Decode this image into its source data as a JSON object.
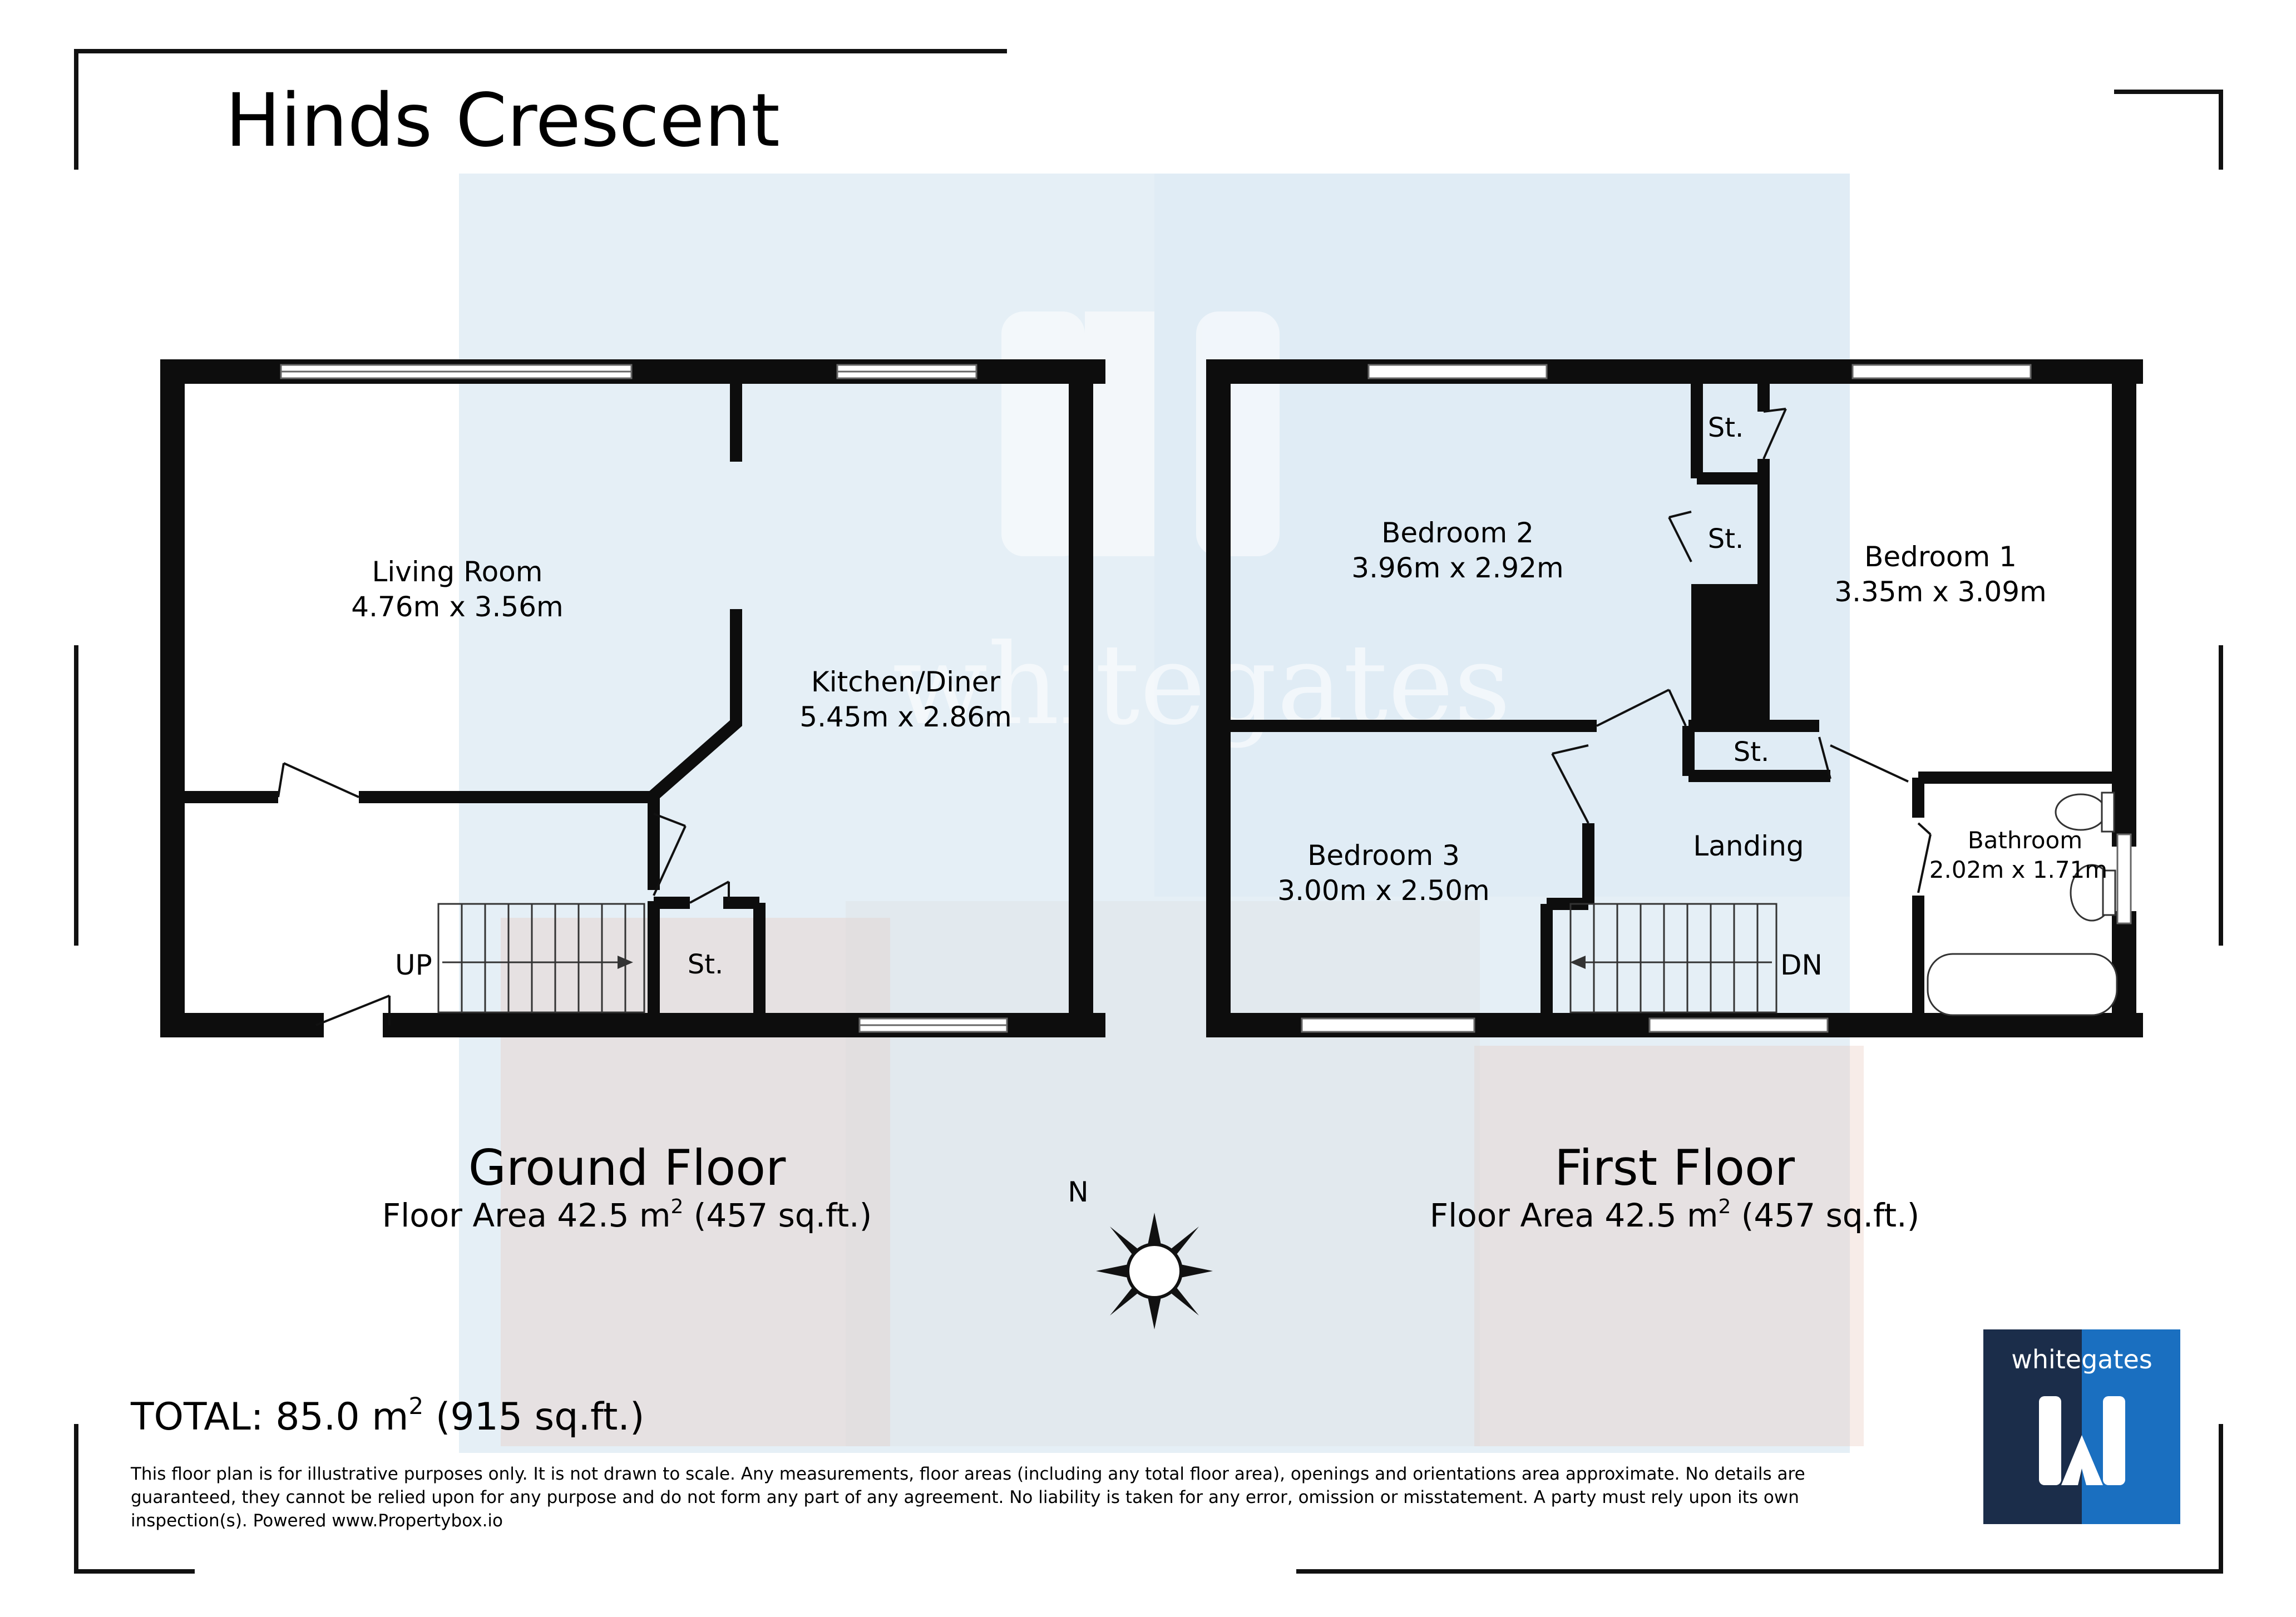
{
  "title": "Hinds Crescent",
  "colors": {
    "wall": "#0d0d0d",
    "watermark_tint": "#c9dcea",
    "logo_dark": "#1b2d4a",
    "logo_blue": "#1a6fc0"
  },
  "watermark": {
    "brand": "whitegates"
  },
  "ground_floor": {
    "title": "Ground Floor",
    "area_prefix": "Floor Area 42.5 m",
    "area_sup": "2",
    "area_suffix": " (457 sq.ft.)",
    "rooms": {
      "living_name": "Living Room",
      "living_dims": "4.76m x 3.56m",
      "kitchen_name": "Kitchen/Diner",
      "kitchen_dims": "5.45m x 2.86m",
      "store": "St.",
      "stairs": "UP"
    }
  },
  "first_floor": {
    "title": "First Floor",
    "area_prefix": "Floor Area 42.5 m",
    "area_sup": "2",
    "area_suffix": " (457 sq.ft.)",
    "rooms": {
      "bed2_name": "Bedroom 2",
      "bed2_dims": "3.96m x 2.92m",
      "bed1_name": "Bedroom 1",
      "bed1_dims": "3.35m x 3.09m",
      "bed3_name": "Bedroom 3",
      "bed3_dims": "3.00m x 2.50m",
      "landing": "Landing",
      "bath_name": "Bathroom",
      "bath_dims": "2.02m x 1.71m",
      "store": "St.",
      "stairs": "DN"
    }
  },
  "compass": {
    "label": "N"
  },
  "total": {
    "prefix": "TOTAL: 85.0 m",
    "sup": "2",
    "suffix": " (915 sq.ft.)"
  },
  "disclaimer": {
    "line1": "This floor plan is for illustrative purposes only. It is not drawn to scale. Any measurements, floor areas (including any total floor area), openings and orientations area approximate. No details are",
    "line2": "guaranteed, they cannot be relied upon for any purpose and do not form any part of any agreement. No liability is taken for any error, omission or misstatement. A party must rely upon its own",
    "line3": "inspection(s). Powered www.Propertybox.io"
  },
  "logo": {
    "text": "whitegates",
    "icon": "whitegates-w-icon"
  }
}
